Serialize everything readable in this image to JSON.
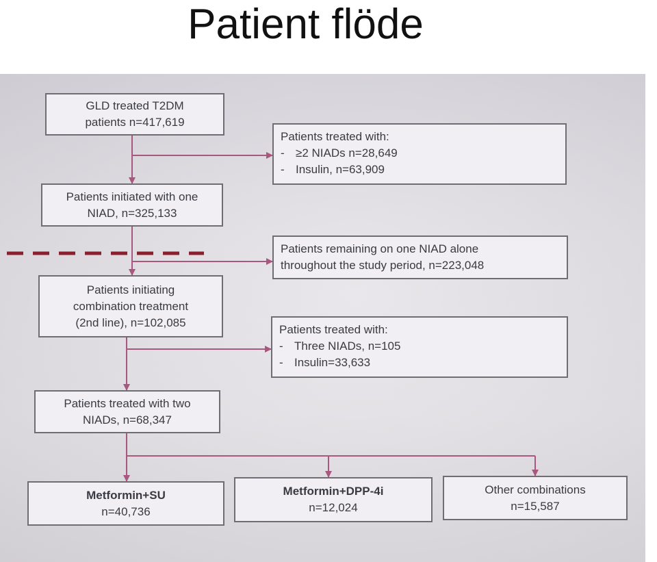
{
  "title": "Patient flöde",
  "colors": {
    "arrow": "#a8577f",
    "dashed": "#8a1f2f",
    "box_border": "#6f6c74",
    "box_fill": "#f1eff3",
    "text": "#3a3a42"
  },
  "boxes": {
    "gld": {
      "lines": [
        "GLD treated T2DM",
        "patients n=417,619"
      ]
    },
    "excluded1": {
      "heading": "Patients treated with:",
      "items": [
        "≥2 NIADs n=28,649",
        "Insulin, n=63,909"
      ]
    },
    "one_niad": {
      "lines": [
        "Patients initiated with one",
        "NIAD, n=325,133"
      ]
    },
    "remaining": {
      "lines": [
        "Patients remaining on one NIAD alone",
        "throughout the study period, n=223,048"
      ]
    },
    "combination": {
      "lines": [
        "Patients initiating",
        "combination treatment",
        "(2nd line), n=102,085"
      ]
    },
    "excluded2": {
      "heading": "Patients treated with:",
      "items": [
        "Three NIADs, n=105",
        "Insulin=33,633"
      ]
    },
    "two_niads": {
      "lines": [
        "Patients treated with two",
        "NIADs, n=68,347"
      ]
    },
    "met_su": {
      "name": "Metformin+SU",
      "n": "n=40,736"
    },
    "met_dpp4": {
      "name": "Metformin+DPP-4i",
      "n": "n=12,024"
    },
    "other": {
      "name": "Other combinations",
      "n": "n=15,587"
    }
  }
}
